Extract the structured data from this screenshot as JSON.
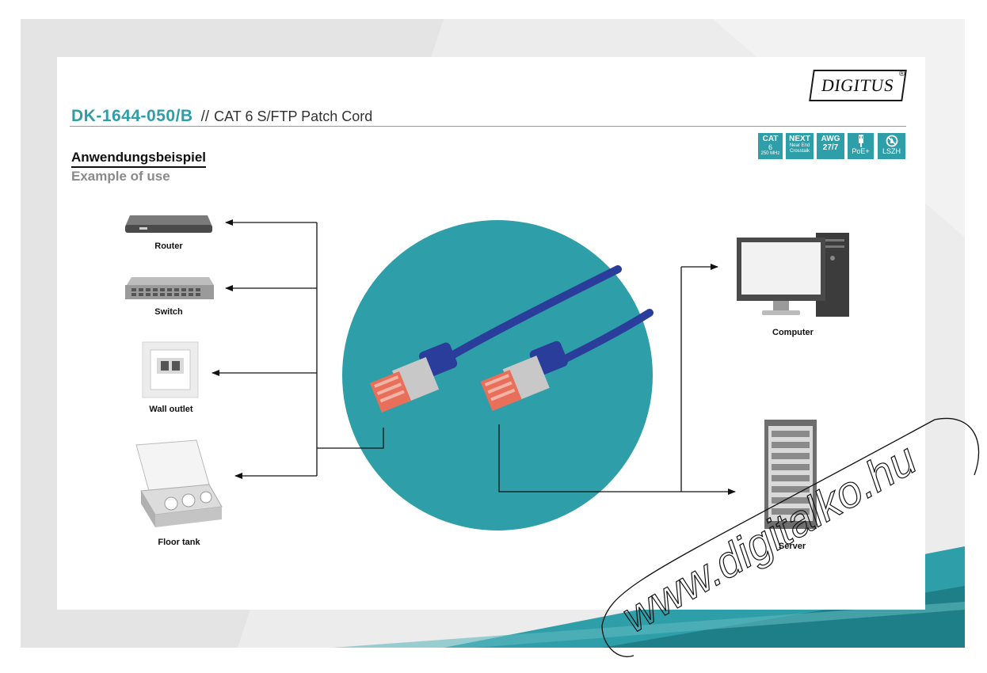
{
  "logo": {
    "text": "DIGITUS",
    "reg": "®"
  },
  "title": {
    "code": "DK-1644-050/B",
    "separator": "//",
    "description": "CAT 6 S/FTP Patch Cord"
  },
  "heading": {
    "german": "Anwendungsbeispiel",
    "english": "Example of use"
  },
  "badges": [
    {
      "line1": "CAT",
      "line2": "6",
      "line3": "250 MHz"
    },
    {
      "line1": "NEXT",
      "line2": "Near End",
      "line3": "Crosstalk"
    },
    {
      "line1": "AWG",
      "line2": "27/7"
    },
    {
      "line1": "PoE+"
    },
    {
      "line1": "LSZH"
    }
  ],
  "devices": {
    "router": "Router",
    "switch": "Switch",
    "wall_outlet": "Wall outlet",
    "floor_tank": "Floor tank",
    "computer": "Computer",
    "server": "Server"
  },
  "watermark": "www.digitalko.hu",
  "colors": {
    "teal": "#2e9ea8",
    "cable_blue": "#2b3d9a",
    "connector_red": "#e8705a"
  }
}
